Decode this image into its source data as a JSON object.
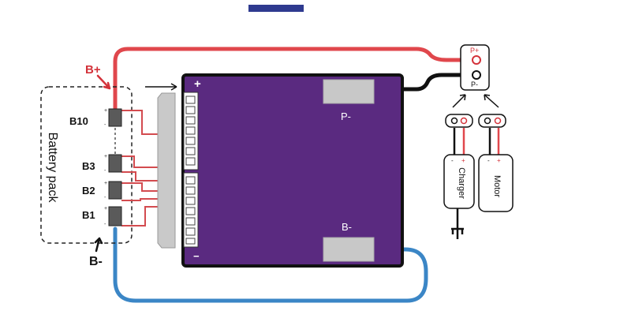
{
  "labels": {
    "b_plus": "B+",
    "b_minus": "B-",
    "battery_pack": "Battery pack",
    "cells": [
      "B10",
      "B3",
      "B2",
      "B1"
    ],
    "pad_p_minus": "P-",
    "pad_b_minus": "B-",
    "board_plus": "+",
    "board_minus": "−",
    "port_p_plus": "P+",
    "port_p_minus": "P-",
    "charger": "Charger",
    "motor": "Motor",
    "pin_minus": "-",
    "pin_plus": "+"
  },
  "colors": {
    "board": "#5a2a80",
    "red_wire": "#e0474c",
    "black_wire": "#111111",
    "blue_wire": "#3b86c6",
    "header_bar": "#2e3a8f",
    "pad": "#c8c8c8"
  }
}
